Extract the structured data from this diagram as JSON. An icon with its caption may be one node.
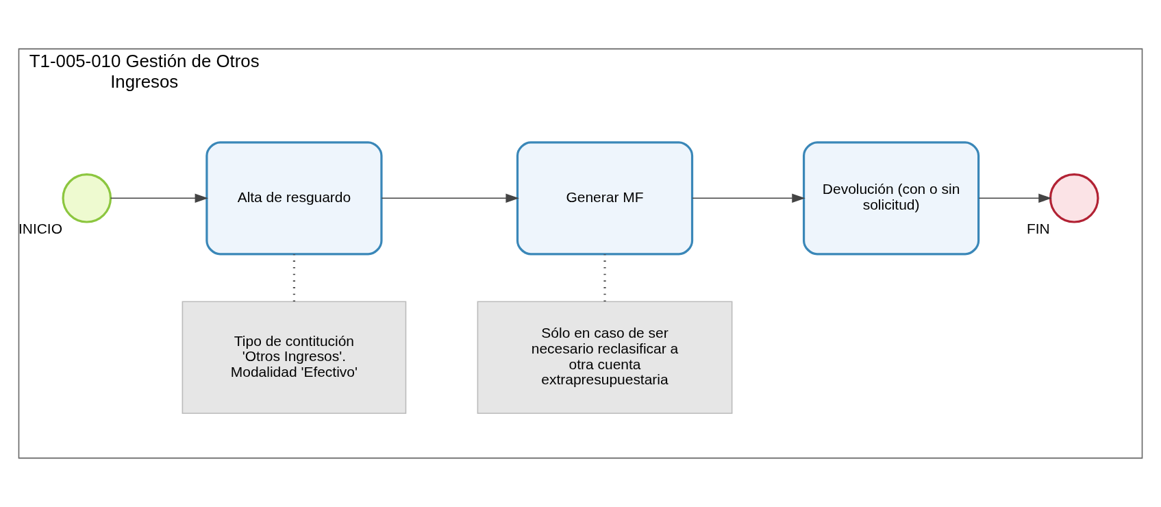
{
  "diagram": {
    "nodes": [
      {
        "text": [
          "T1-005-010 Gestión de Otros Ingresos"
        ]
      },
      {
        "text": [],
        "shape": "circle",
        "beside": [
          "INICIO"
        ],
        "in": 0
      },
      {
        "text": [
          "Tipo de contitución 'Otros Ingresos'. Modalidad 'Efectivo'"
        ],
        "in": 0
      },
      {
        "text": [
          "Alta de resguardo"
        ],
        "in": 0
      },
      {
        "text": [
          "Sólo en caso de ser necesario reclasificar a otra cuenta extrapresupuestaria"
        ],
        "in": 0
      },
      {
        "text": [
          "Generar MF"
        ],
        "in": 0
      },
      {
        "text": [
          "Devolución (con o sin solicitud)"
        ],
        "in": 0
      },
      {
        "text": [],
        "shape": "circle",
        "beside": [
          "FIN"
        ],
        "in": 0
      }
    ],
    "edges": [
      {
        "from": 1,
        "to": 3,
        "arrow": "to"
      },
      {
        "from": 2,
        "to": 3,
        "arrow": "none",
        "style": "dashed"
      },
      {
        "from": 3,
        "to": 5,
        "arrow": "to"
      },
      {
        "from": 4,
        "to": 5,
        "arrow": "none",
        "style": "dashed"
      },
      {
        "from": 5,
        "to": 6,
        "arrow": "to"
      },
      {
        "from": 6,
        "to": 7,
        "arrow": "to"
      }
    ]
  }
}
